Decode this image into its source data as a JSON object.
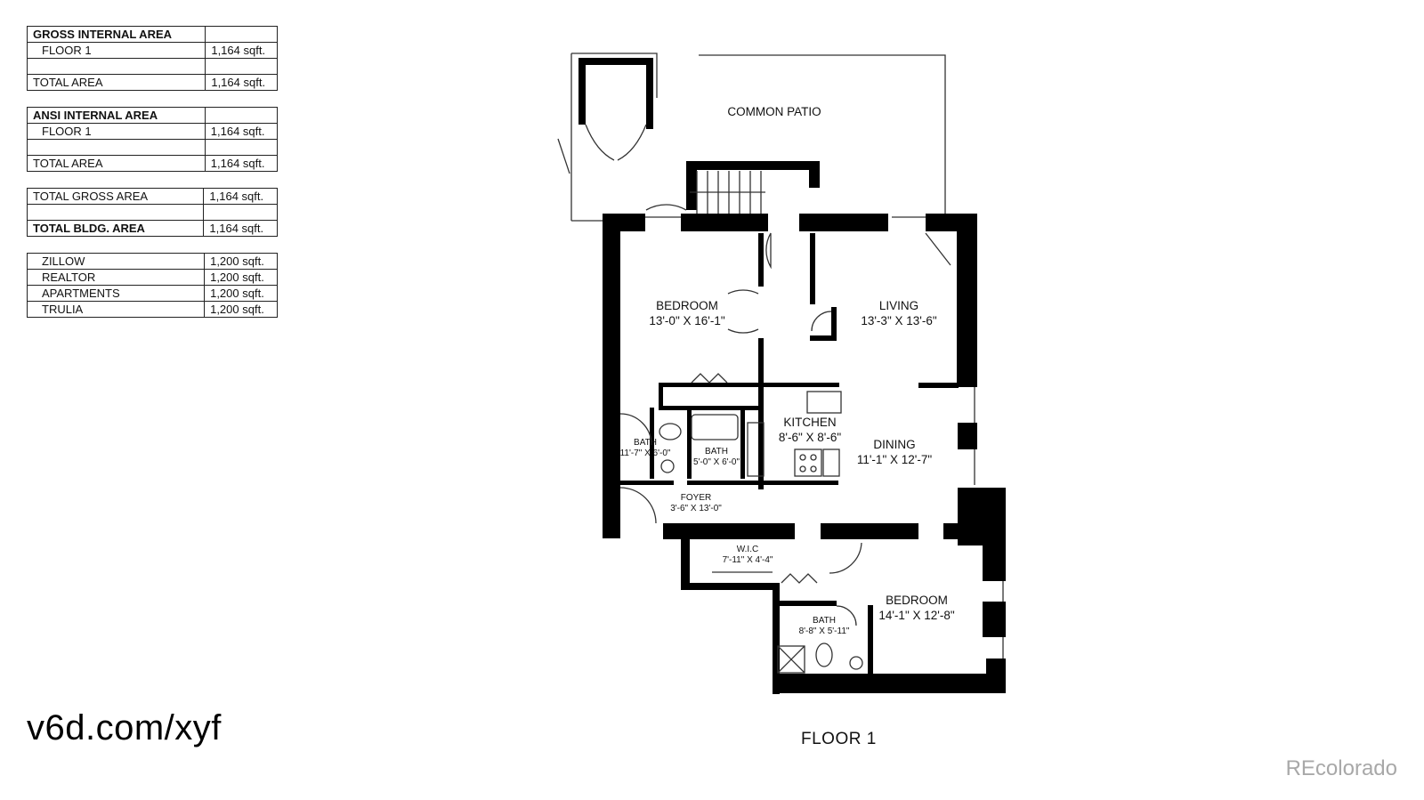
{
  "tables": [
    {
      "rows": [
        {
          "label": "GROSS INTERNAL AREA",
          "value": "",
          "style": "header"
        },
        {
          "label": "FLOOR 1",
          "value": "1,164 sqft.",
          "style": "indent"
        },
        {
          "label": "",
          "value": "",
          "style": "plain"
        },
        {
          "label": "TOTAL AREA",
          "value": "1,164 sqft.",
          "style": "plain"
        }
      ]
    },
    {
      "rows": [
        {
          "label": "ANSI INTERNAL AREA",
          "value": "",
          "style": "header"
        },
        {
          "label": "FLOOR 1",
          "value": "1,164 sqft.",
          "style": "indent"
        },
        {
          "label": "",
          "value": "",
          "style": "plain"
        },
        {
          "label": "TOTAL AREA",
          "value": "1,164 sqft.",
          "style": "plain"
        }
      ]
    },
    {
      "rows": [
        {
          "label": "TOTAL GROSS AREA",
          "value": "1,164 sqft.",
          "style": "plain"
        },
        {
          "label": "",
          "value": "",
          "style": "plain"
        },
        {
          "label": "TOTAL BLDG. AREA",
          "value": "1,164 sqft.",
          "style": "bold"
        }
      ]
    },
    {
      "rows": [
        {
          "label": "ZILLOW",
          "value": "1,200 sqft.",
          "style": "indent"
        },
        {
          "label": "REALTOR",
          "value": "1,200 sqft.",
          "style": "indent"
        },
        {
          "label": "APARTMENTS",
          "value": "1,200 sqft.",
          "style": "indent"
        },
        {
          "label": "TRULIA",
          "value": "1,200 sqft.",
          "style": "indent"
        }
      ]
    }
  ],
  "floor_plan": {
    "patio": "COMMON PATIO",
    "rooms": {
      "bedroom1": {
        "name": "BEDROOM",
        "dims": "13'-0\" X 16'-1\""
      },
      "living": {
        "name": "LIVING",
        "dims": "13'-3\" X 13'-6\""
      },
      "kitchen": {
        "name": "KITCHEN",
        "dims": "8'-6\" X 8'-6\""
      },
      "dining": {
        "name": "DINING",
        "dims": "11'-1\" X 12'-7\""
      },
      "bath1": {
        "name": "BATH",
        "dims": "11'-7\" X 6'-0\""
      },
      "bath2": {
        "name": "BATH",
        "dims": "5'-0\" X 6'-0\""
      },
      "foyer": {
        "name": "FOYER",
        "dims": "3'-6\" X 13'-0\""
      },
      "wic": {
        "name": "W.I.C",
        "dims": "7'-11\" X 4'-4\""
      },
      "bedroom2": {
        "name": "BEDROOM",
        "dims": "14'-1\" X 12'-8\""
      },
      "bath3": {
        "name": "BATH",
        "dims": "8'-8\" X 5'-11\""
      }
    },
    "floor_label": "FLOOR 1"
  },
  "url": "v6d.com/xyf",
  "watermark": "REcolorado"
}
